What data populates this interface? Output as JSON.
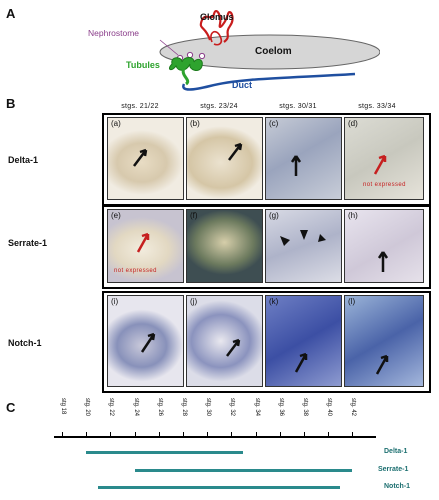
{
  "panelA": {
    "letter": "A",
    "labels": {
      "glomus": "Glomus",
      "nephrostome": "Nephrostome",
      "coelom": "Coelom",
      "tubules": "Tubules",
      "duct": "Duct"
    },
    "colors": {
      "glomus": "#c81d1d",
      "nephrostome": "#8a3d8a",
      "coelom": "#d6d6d6",
      "tubules": "#2ea32e",
      "duct": "#1f4fa0"
    }
  },
  "panelB": {
    "letter": "B",
    "stages": [
      "stgs. 21/22",
      "stgs. 23/24",
      "stgs. 30/31",
      "stgs. 33/34"
    ],
    "rows": [
      {
        "gene": "Delta-1",
        "cells": [
          {
            "label": "(a)"
          },
          {
            "label": "(b)"
          },
          {
            "label": "(c)"
          },
          {
            "label": "(d)",
            "note": "not expressed"
          }
        ]
      },
      {
        "gene": "Serrate-1",
        "cells": [
          {
            "label": "(e)",
            "note": "not expressed"
          },
          {
            "label": "(f)"
          },
          {
            "label": "(g)"
          },
          {
            "label": "(h)"
          }
        ]
      },
      {
        "gene": "Notch-1",
        "cells": [
          {
            "label": "(i)"
          },
          {
            "label": "(j)"
          },
          {
            "label": "(k)"
          },
          {
            "label": "(l)"
          }
        ]
      }
    ]
  },
  "panelC": {
    "letter": "C",
    "ticks": [
      "stg 18",
      "stg. 20",
      "stg. 22",
      "stg. 24",
      "stg. 26",
      "stg. 28",
      "stg. 30",
      "stg. 32",
      "stg. 34",
      "stg. 36",
      "stg. 38",
      "stg. 40",
      "stg. 42"
    ],
    "bar_color": "#2a8a8c",
    "series": [
      {
        "name": "Delta-1",
        "start": 20,
        "end": 33
      },
      {
        "name": "Serrate-1",
        "start": 24,
        "end": 42
      },
      {
        "name": "Notch-1",
        "start": 21,
        "end": 41
      }
    ]
  }
}
